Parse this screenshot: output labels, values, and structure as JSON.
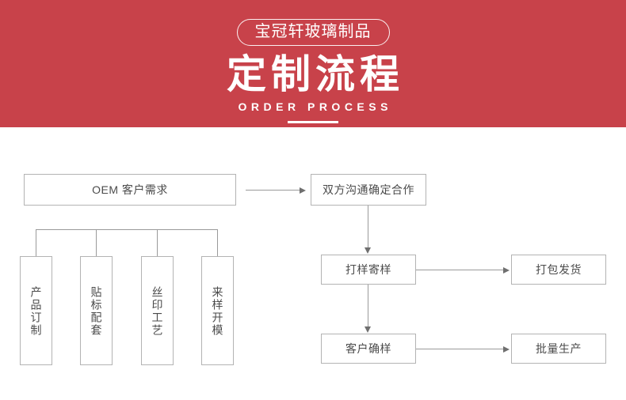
{
  "banner": {
    "brand_badge": "宝冠轩玻璃制品",
    "title": "定制流程",
    "subtitle": "ORDER PROCESS",
    "background_color": "#c8424a",
    "text_color": "#ffffff"
  },
  "flowchart": {
    "line_color": "#9a9a9a",
    "box_border_color": "#b3b3b3",
    "box_text_color": "#4b4b4b",
    "nodes": {
      "oem_requirement": "OEM 客户需求",
      "option_1": "产品订制",
      "option_2": "贴标配套",
      "option_3": "丝印工艺",
      "option_4": "来样开模",
      "communicate": "双方沟通确定合作",
      "sample": "打样寄样",
      "packing": "打包发货",
      "confirm": "客户确样",
      "mass_production": "批量生产"
    }
  }
}
